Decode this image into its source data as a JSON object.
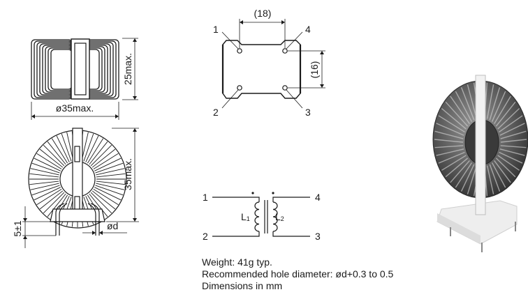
{
  "side_view": {
    "height_label": "25max.",
    "width_label": "ø35max."
  },
  "front_view": {
    "height_label": "35max.",
    "pin_length_label": "5±1",
    "pin_diameter_label": "ød"
  },
  "pin_layout": {
    "pin_spacing_x": "(18)",
    "pin_spacing_y": "(16)",
    "pins": {
      "p1": "1",
      "p2": "2",
      "p3": "3",
      "p4": "4"
    }
  },
  "schematic": {
    "pins": {
      "p1": "1",
      "p2": "2",
      "p3": "3",
      "p4": "4"
    },
    "inductor1": {
      "main": "L",
      "sub": "1"
    },
    "inductor2": {
      "main": "L",
      "sub": "2"
    }
  },
  "notes": {
    "weight": "Weight: 41g typ.",
    "hole": "Recommended hole diameter: ød+0.3 to 0.5",
    "units": "Dimensions in mm"
  },
  "colors": {
    "line": "#1a1a1a",
    "photo_core": "#4a4a4a",
    "photo_base": "#eeeeee"
  }
}
